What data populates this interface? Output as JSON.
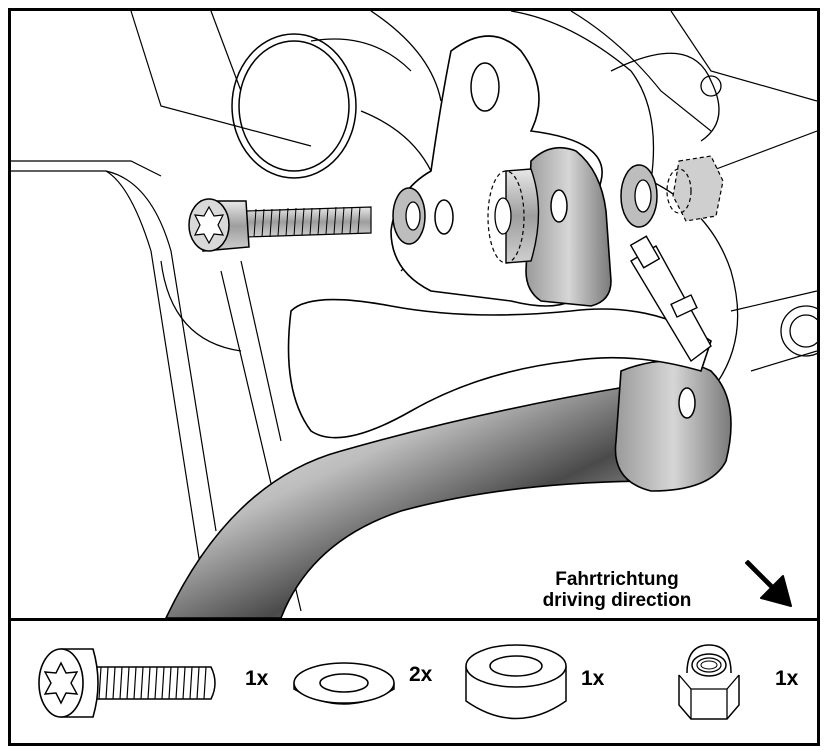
{
  "direction": {
    "line1": "Fahrtrichtung",
    "line2": "driving direction"
  },
  "parts": [
    {
      "name": "torx-screw",
      "qty": "1x"
    },
    {
      "name": "washer",
      "qty": "2x"
    },
    {
      "name": "spacer-sleeve",
      "qty": "1x"
    },
    {
      "name": "lock-nut",
      "qty": "1x"
    }
  ],
  "colors": {
    "line": "#000000",
    "metal_light": "#d9d9d9",
    "metal_dark": "#6e6e6e",
    "background": "#ffffff"
  }
}
